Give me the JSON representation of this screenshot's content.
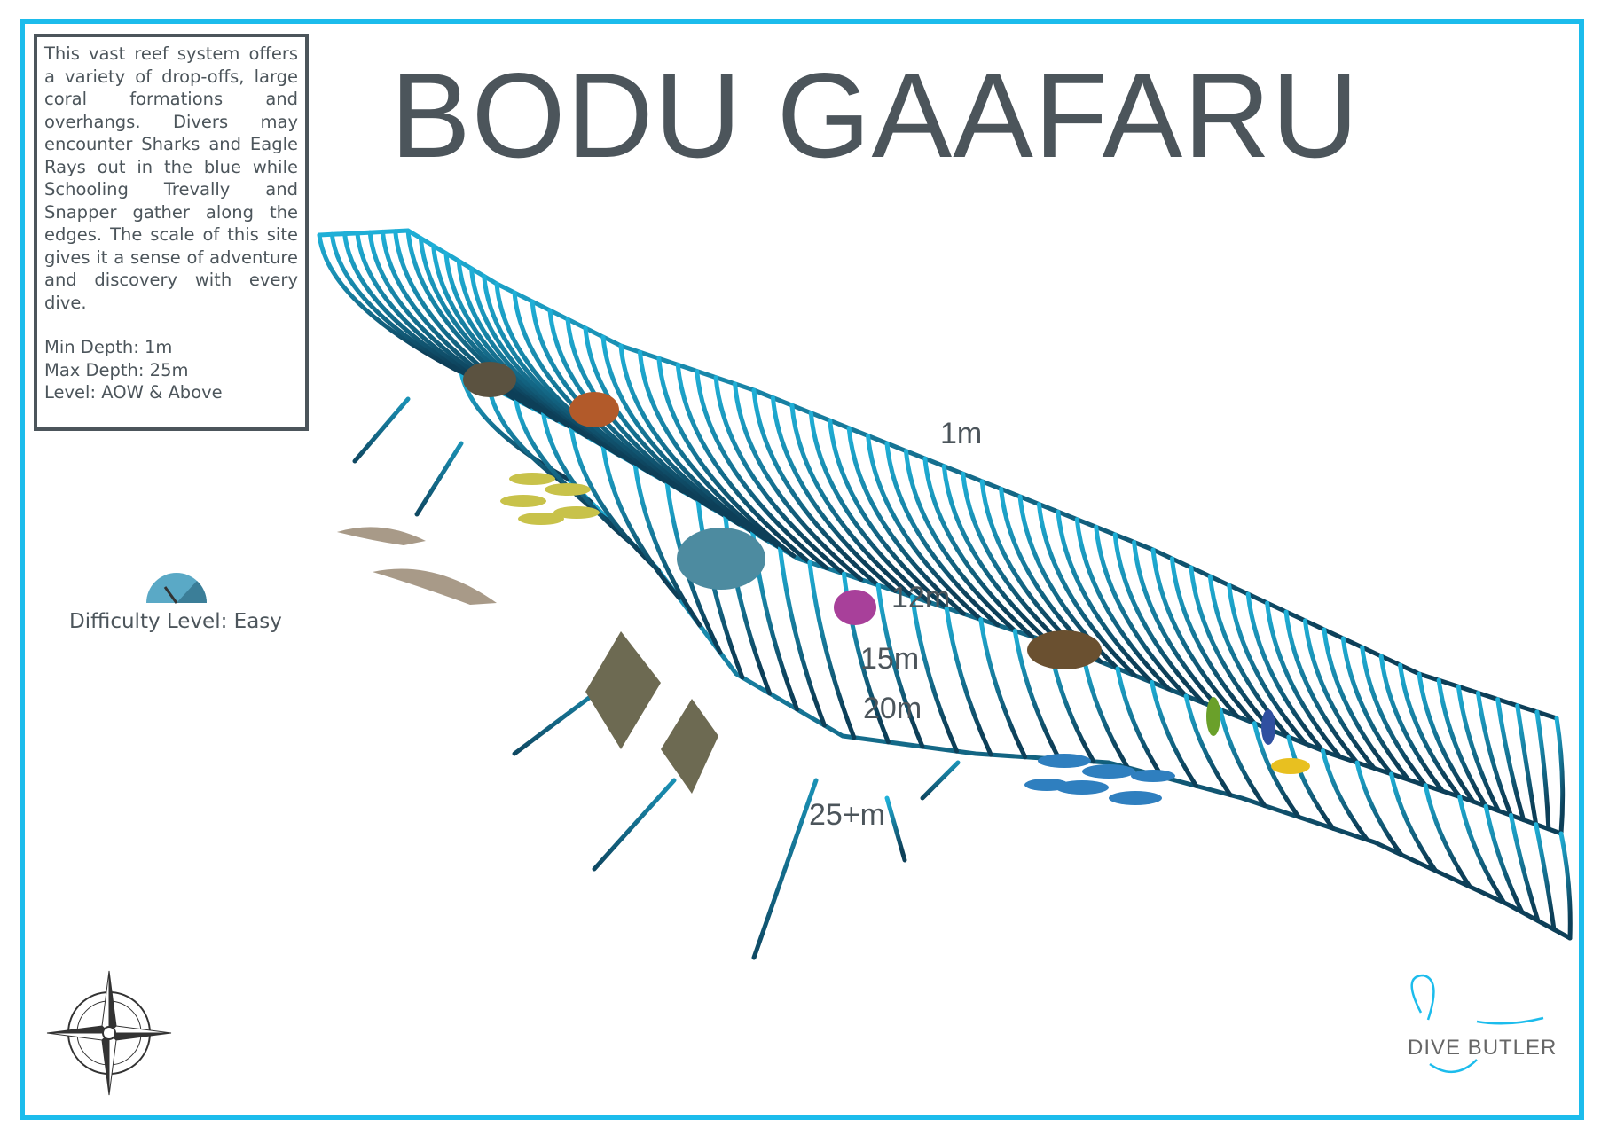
{
  "title": "BODU GAAFARU",
  "info": {
    "description": "This vast reef system offers a variety of drop-offs, large coral formations and overhangs. Divers may encounter Sharks and Eagle Rays out in the blue while Schooling Trevally and Snapper gather along the edges. The scale of this site gives it a sense of adventure and discovery with every dive.",
    "min_depth": "Min Depth: 1m",
    "max_depth": "Max Depth: 25m",
    "level": "Level: AOW & Above"
  },
  "depth_labels": {
    "d1": "1m",
    "d12": "12m",
    "d15": "15m",
    "d20": "20m",
    "d25": "25+m"
  },
  "difficulty": {
    "label": "Difficulty Level: Easy",
    "value": "easy"
  },
  "logo": {
    "text": "DIVE BUTLER"
  },
  "colors": {
    "frame": "#1cbcec",
    "reef_light": "#1fb0d8",
    "reef_dark": "#0d4a64",
    "text": "#4c555b"
  }
}
